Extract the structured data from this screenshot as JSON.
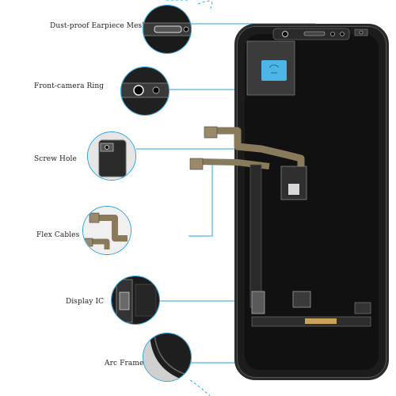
{
  "labels": {
    "earpiece_mesh": "Dust-proof Earpiece Mesh",
    "front_camera_ring": "Front-camera Ring",
    "screw_hole": "Screw Hole",
    "flex_cables": "Flex Cables",
    "display_ic": "Display IC",
    "arc_frame": "Arc Frame"
  },
  "colors": {
    "callout_line": "#2aa4d6",
    "panel_body": "#1c1c1c",
    "panel_border": "#2b2b2b",
    "flex_cable": "#8a7a5c",
    "blue_sticker": "#4db6e6",
    "gold_connector": "#c9a25a"
  }
}
